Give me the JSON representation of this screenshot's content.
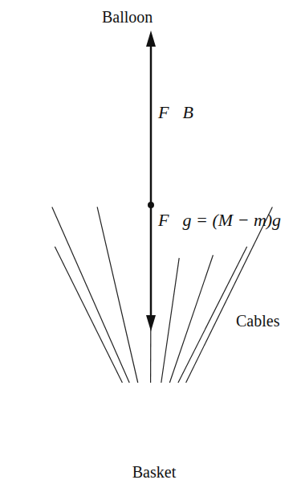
{
  "diagram": {
    "nodes": [
      {
        "text": [
          "Balloon"
        ]
      },
      {
        "text": [
          "Basket"
        ]
      }
    ],
    "edges": [
      {
        "from": 0,
        "to": 1,
        "arrow": "none"
      },
      {
        "from": 0,
        "to": 1,
        "arrow": "none"
      },
      {
        "from": 0,
        "to": 1,
        "arrow": "none"
      },
      {
        "from": 0,
        "to": 1,
        "arrow": "none"
      },
      {
        "from": 0,
        "to": 1,
        "arrow": "none"
      },
      {
        "from": 0,
        "to": 1,
        "arrow": "none"
      },
      {
        "from": 0,
        "to": 1,
        "arrow": "none"
      },
      {
        "from": 0,
        "to": 1,
        "arrow": "none"
      }
    ],
    "labels": [
      "F⃗B",
      "F⃗g = (M − m)g⃗",
      "Cables"
    ]
  }
}
